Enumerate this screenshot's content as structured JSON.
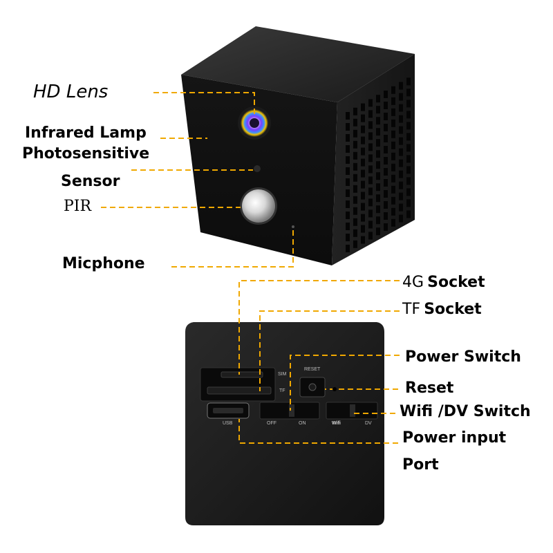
{
  "labels": {
    "hd_lens": "HD Lens",
    "infrared_lamp": "Infrared Lamp",
    "photosensitive": "Photosensitive",
    "sensor": "Sensor",
    "pir": "PIR",
    "micphone": "Micphone",
    "socket_4g_prefix": "4G",
    "socket_4g_word": "Socket",
    "socket_tf_prefix": "TF",
    "socket_tf_word": "Socket",
    "power_switch": "Power Switch",
    "reset": "Reset",
    "wifi_dv_switch": "Wifi /DV Switch",
    "power_input": "Power input",
    "port": "Port"
  },
  "panel_markings": {
    "sim": "SIM",
    "tf": "TF",
    "reset": "RESET",
    "usb": "USB",
    "off": "OFF",
    "on": "ON",
    "wifi": "Wifi",
    "dv": "DV"
  },
  "colors": {
    "leader_line": "#f0a800",
    "body": "#1c1c1c",
    "text": "#000000"
  }
}
